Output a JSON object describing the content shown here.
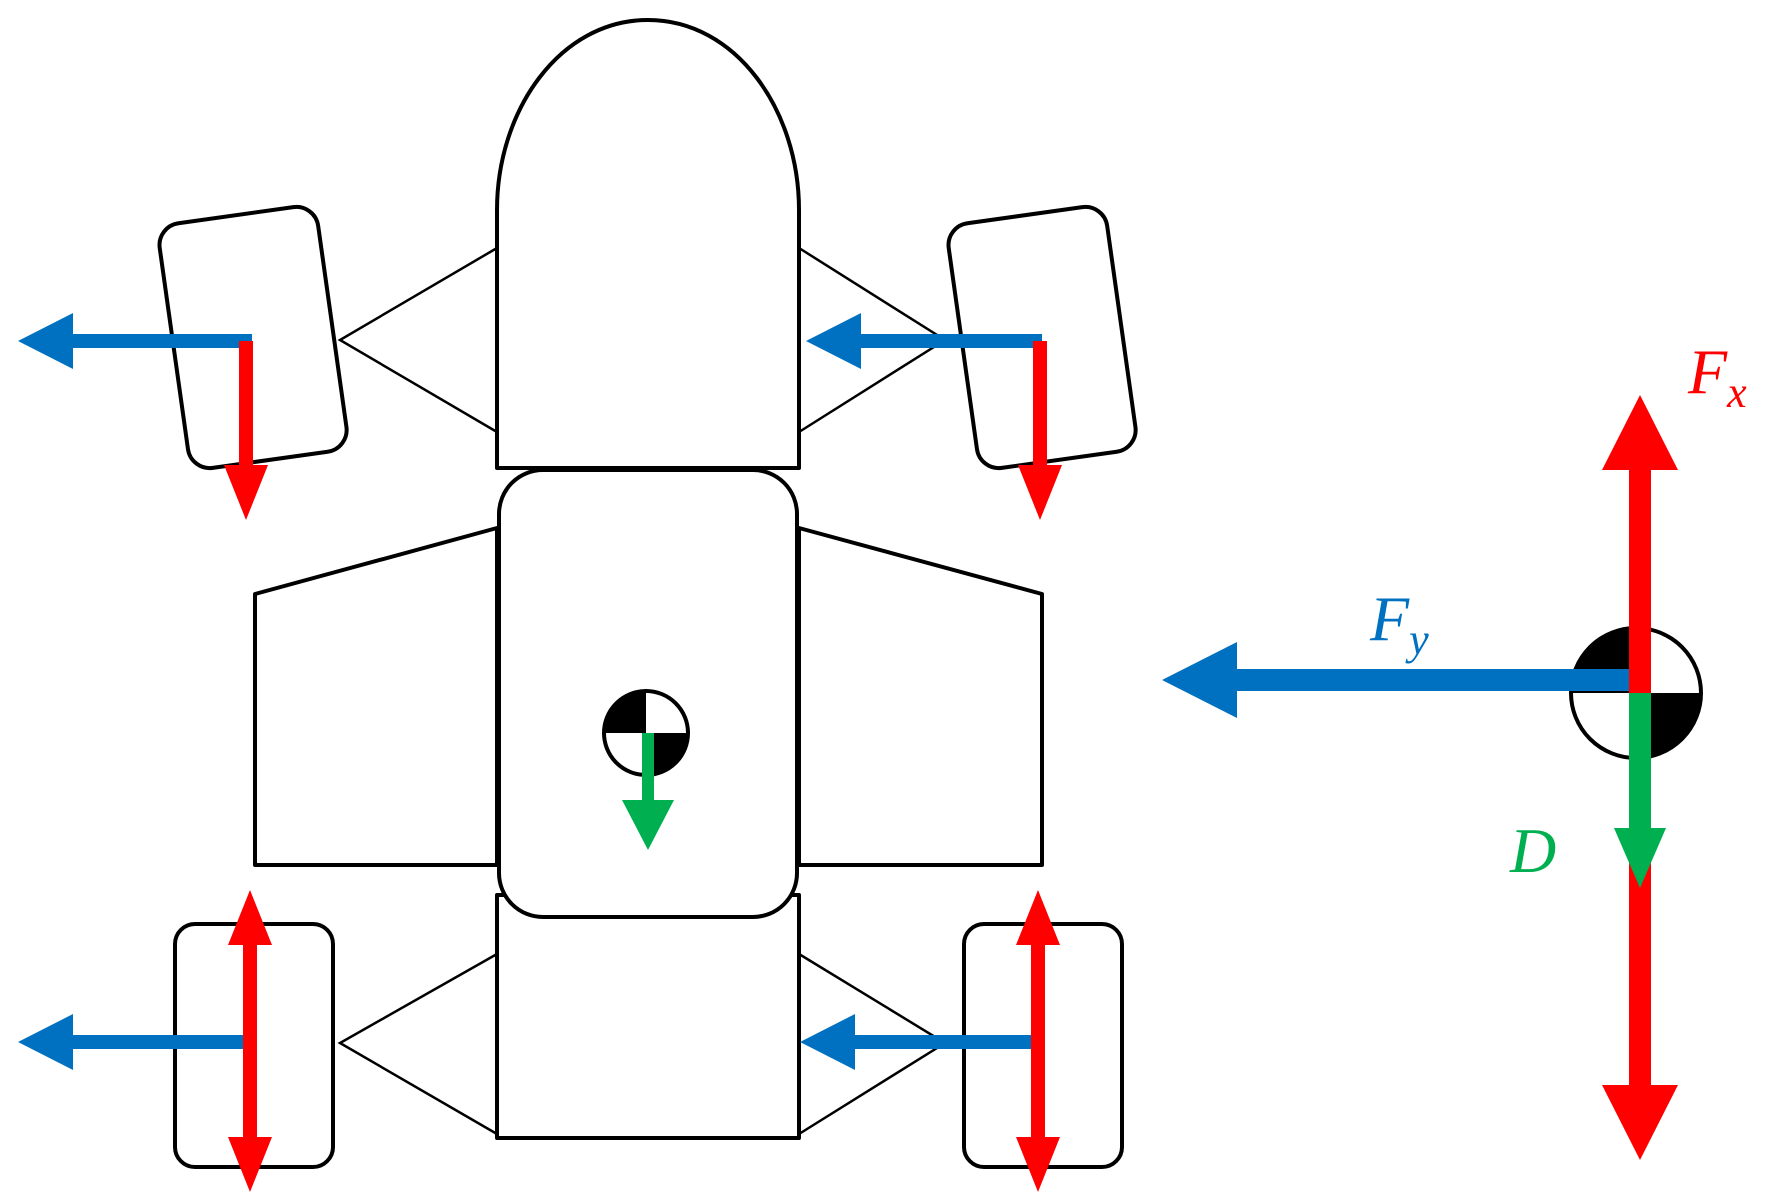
{
  "colors": {
    "lateral_force": "#0070C0",
    "longitudinal_force": "#FF0000",
    "drag": "#00B050",
    "outline": "#000000",
    "background": "#FFFFFF"
  },
  "labels": {
    "fx_main": "F",
    "fx_sub": "x",
    "fy_main": "F",
    "fy_sub": "y",
    "drag": "D"
  },
  "icons": {
    "center_of_gravity": "cg-marker-icon"
  }
}
